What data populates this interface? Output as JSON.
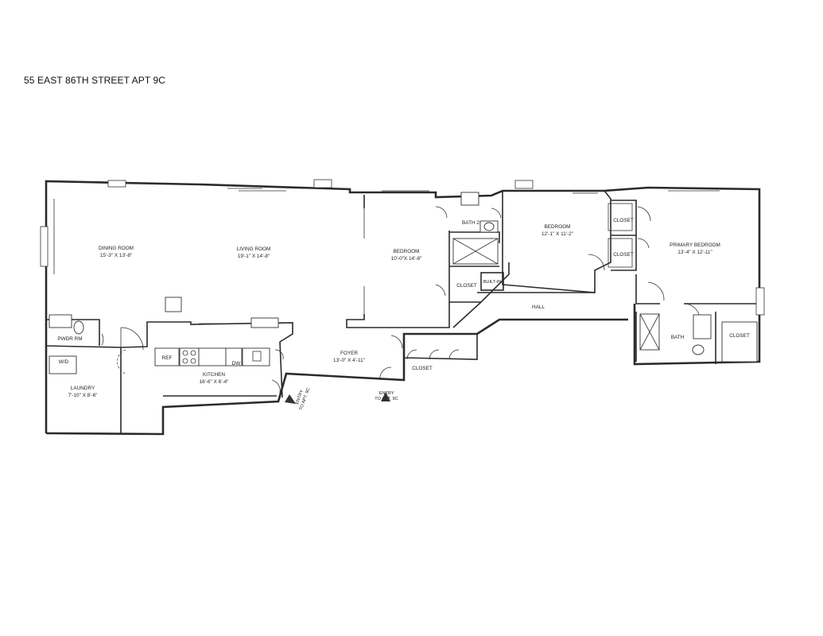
{
  "title": "55 EAST 86TH STREET APT 9C",
  "rooms": {
    "dining_room": {
      "name": "DINING ROOM",
      "dims": "15'-3\" X 13'-8\""
    },
    "living_room": {
      "name": "LIVING ROOM",
      "dims": "19'-1\" X 14'-8\""
    },
    "bedroom_1": {
      "name": "BEDROOM",
      "dims": "10'-0\"X 14'-8\""
    },
    "bath_2": {
      "name": "BATH 2"
    },
    "closet_bath2": {
      "name": "CLOSET"
    },
    "built_in": {
      "name": "BUILT-IN"
    },
    "bedroom_2": {
      "name": "BEDROOM",
      "dims": "12'-1\" X 11'-2\""
    },
    "closet_a": {
      "name": "CLOSET"
    },
    "closet_b": {
      "name": "CLOSET"
    },
    "primary_bedroom": {
      "name": "PRIMARY BEDROOM",
      "dims": "13'-4\" X 12'-11\""
    },
    "hall": {
      "name": "HALL"
    },
    "bath": {
      "name": "BATH"
    },
    "closet_primary": {
      "name": "CLOSET"
    },
    "pwdr_rm": {
      "name": "PWDR RM"
    },
    "laundry": {
      "name": "LAUNDRY",
      "dims": "7'-10\" X 8'-6\""
    },
    "wd": {
      "name": "W/D"
    },
    "kitchen": {
      "name": "KITCHEN",
      "dims": "16'-6\" X 6'-4\""
    },
    "ref": {
      "name": "REF"
    },
    "dw": {
      "name": "DW"
    },
    "foyer": {
      "name": "FOYER",
      "dims": "13'-0\" X 4'-11\""
    },
    "closet_foyer": {
      "name": "CLOSET"
    }
  },
  "entries": {
    "main": {
      "line1": "ENTRY",
      "line2": "TO APT. 9C"
    },
    "service": {
      "line1": "ENTRY",
      "line2": "TO APT. 9C"
    }
  }
}
